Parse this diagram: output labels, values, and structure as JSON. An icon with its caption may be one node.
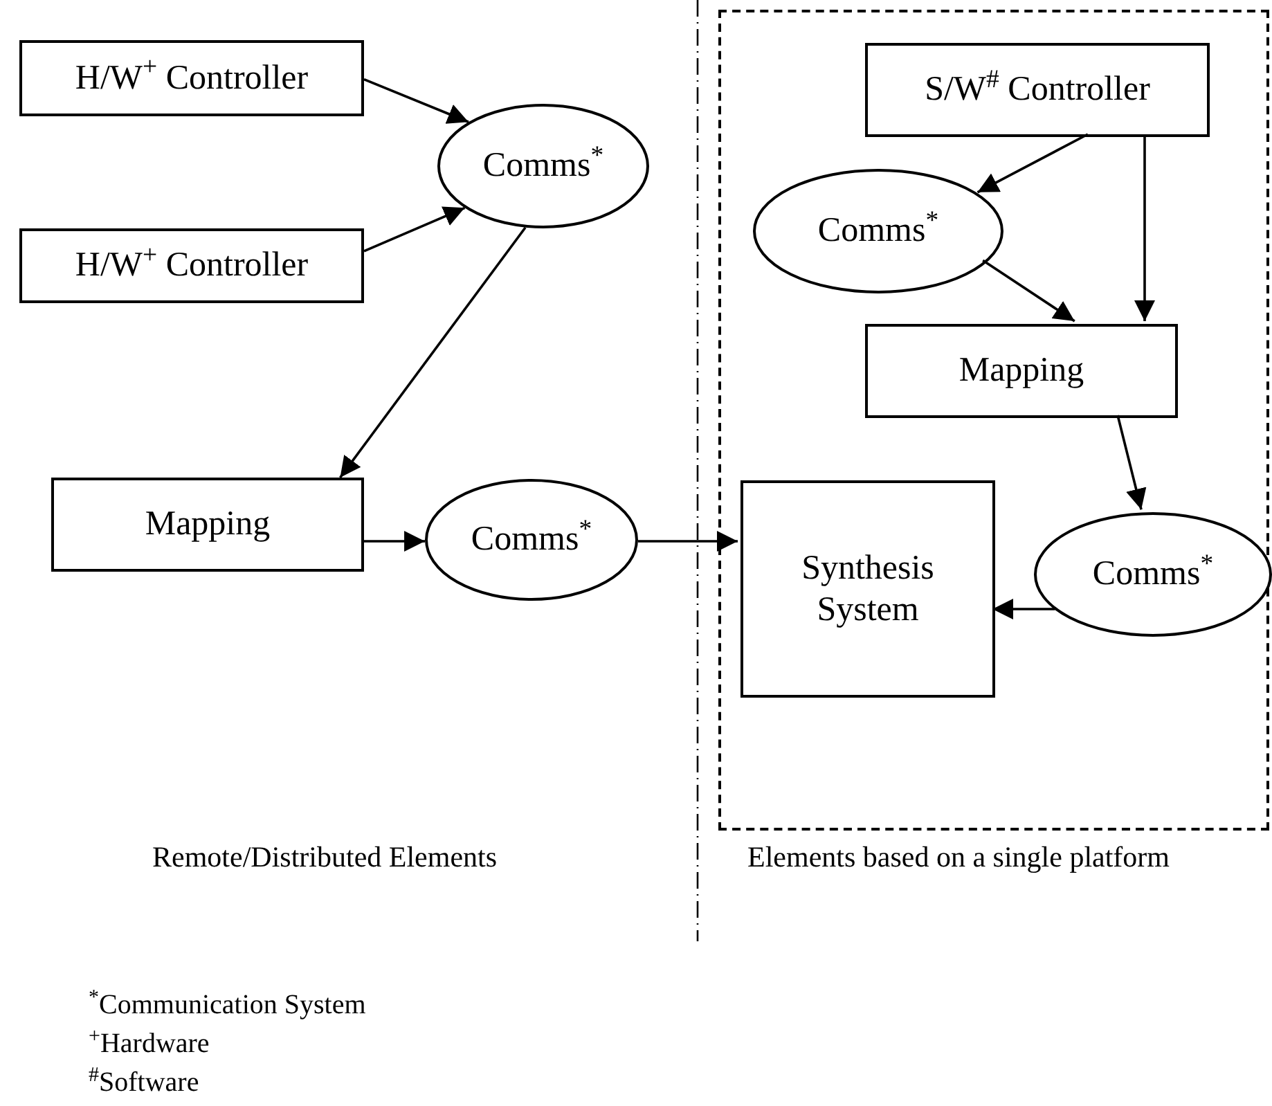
{
  "diagram": {
    "nodes": [
      {
        "text": [
          "H/W$^{+}$ Controller"
        ]
      },
      {
        "text": [
          "Comms$^{*}$"
        ]
      },
      {
        "text": [
          "H/W$^{+}$ Controller"
        ]
      },
      {
        "text": [
          "Mapping"
        ]
      },
      {
        "text": [
          "Comms$^{*}$"
        ]
      },
      {
        "text": [],
        "shape": "box"
      },
      {
        "text": [
          "S/W$^{#}$ Controller"
        ],
        "in": 5
      },
      {
        "text": [
          "Comms$^{*}$"
        ],
        "in": 5
      },
      {
        "text": [
          "Mapping"
        ],
        "in": 5
      },
      {
        "text": [
          "Synthesis System"
        ],
        "in": 5
      },
      {
        "text": [
          "Comms$^{*}$"
        ],
        "in": 5
      }
    ],
    "edges": [
      {
        "from": 0,
        "to": 1,
        "arrow": "to"
      },
      {
        "from": 2,
        "to": 1,
        "arrow": "to"
      },
      {
        "from": 1,
        "to": 3,
        "arrow": "to"
      },
      {
        "from": 3,
        "to": 4,
        "arrow": "to"
      },
      {
        "from": 4,
        "to": 9,
        "arrow": "to"
      },
      {
        "from": 6,
        "to": 7,
        "arrow": "to"
      },
      {
        "from": 6,
        "to": 8,
        "arrow": "to"
      },
      {
        "from": 7,
        "to": 8,
        "arrow": "to"
      },
      {
        "from": 8,
        "to": 10,
        "arrow": "to"
      },
      {
        "from": 10,
        "to": 9,
        "arrow": "to"
      }
    ],
    "labels": [
      "Remote/Distributed Elements",
      "Elements based on a single platform",
      "$^{*}$Communication System",
      "$^{+}$Hardware",
      "$^{#}$Software"
    ]
  }
}
